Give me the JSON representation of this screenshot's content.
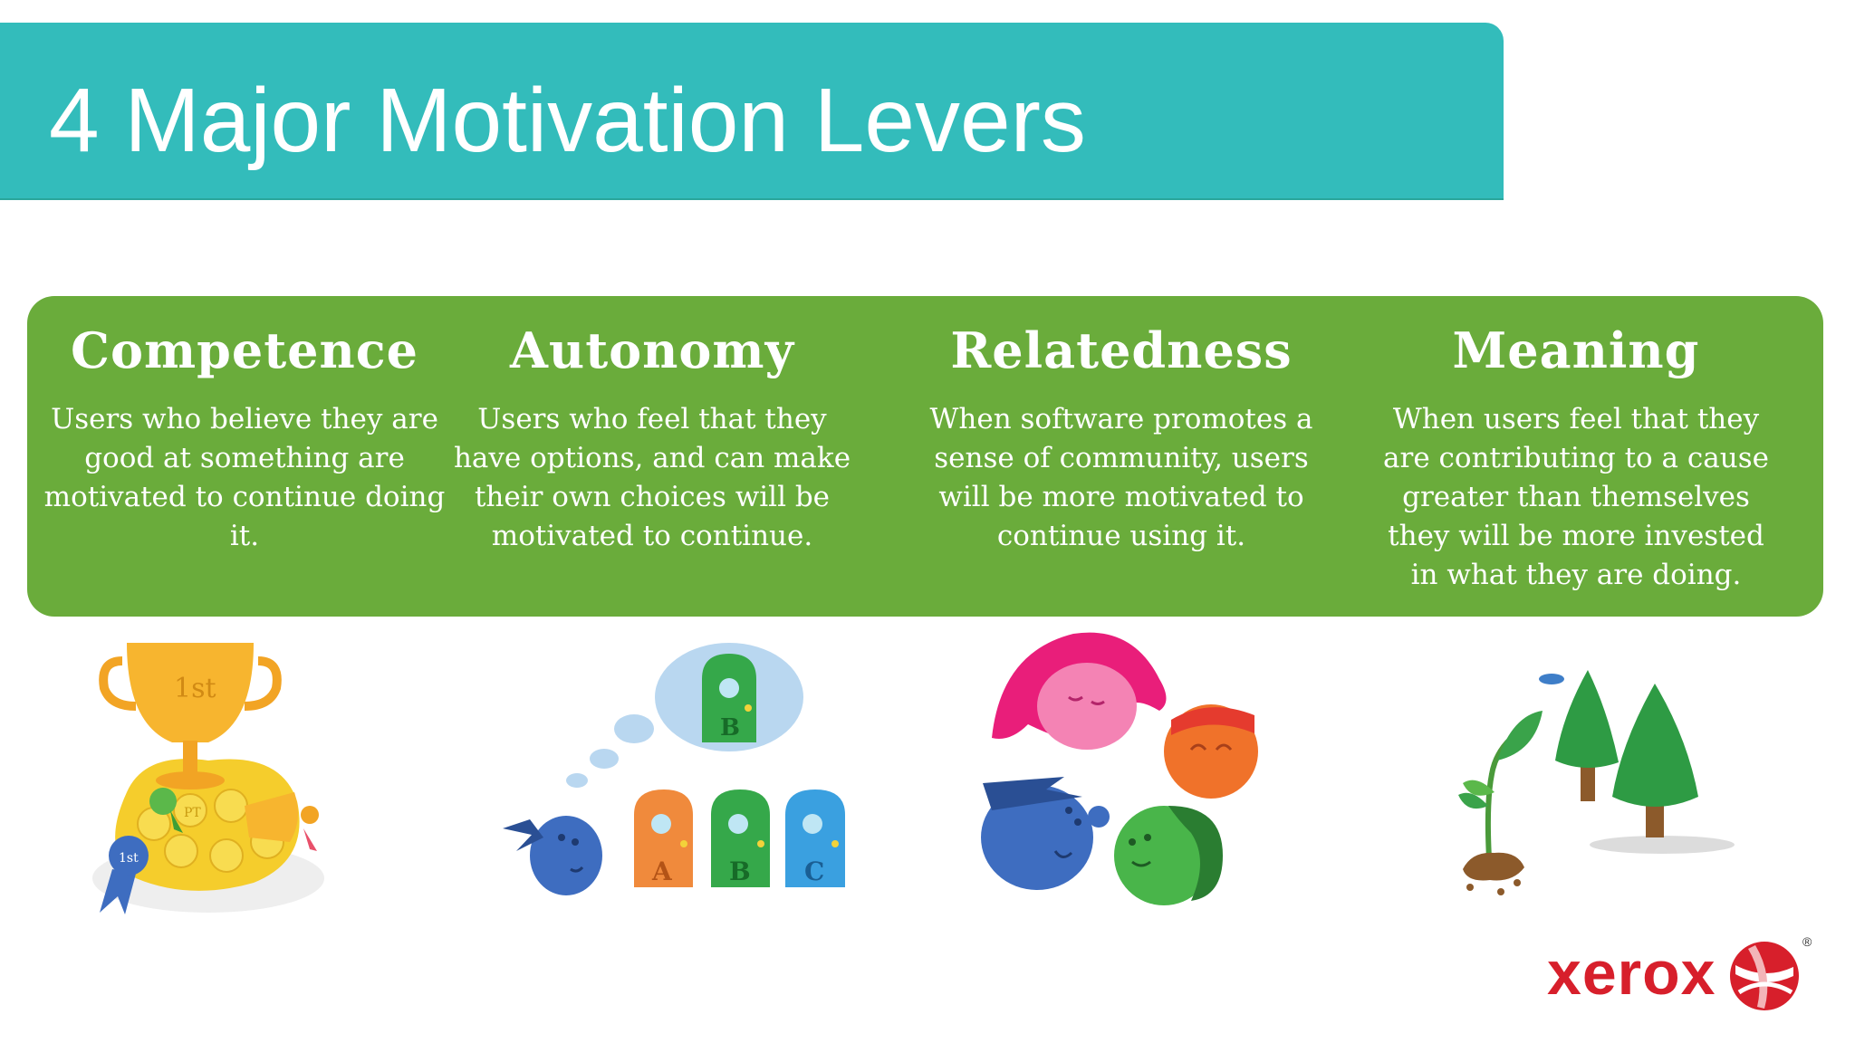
{
  "slide": {
    "title": "4 Major Motivation Levers"
  },
  "levers": [
    {
      "heading": "Competence",
      "text": "Users who believe they are good at something are motivated to continue doing it."
    },
    {
      "heading": "Autonomy",
      "text": "Users who feel that they have options, and can make their own choices will be motivated to continue."
    },
    {
      "heading": "Relatedness",
      "text": "When software promotes a sense of community, users will be more motivated to continue using it."
    },
    {
      "heading": "Meaning",
      "text": "When users feel that they are contributing to a cause greater than themselves they will be more invested in what they are doing."
    }
  ],
  "illustrations": {
    "trophy_label": "1st",
    "ribbon_label": "1st",
    "coin_label": "PT",
    "doors": [
      "A",
      "B",
      "C"
    ],
    "thought_door": "B"
  },
  "logo": {
    "text": "xerox",
    "mark": "®"
  },
  "colors": {
    "title_bar": "#33bcbb",
    "panel": "#6aac3b",
    "logo": "#d71f2b"
  }
}
